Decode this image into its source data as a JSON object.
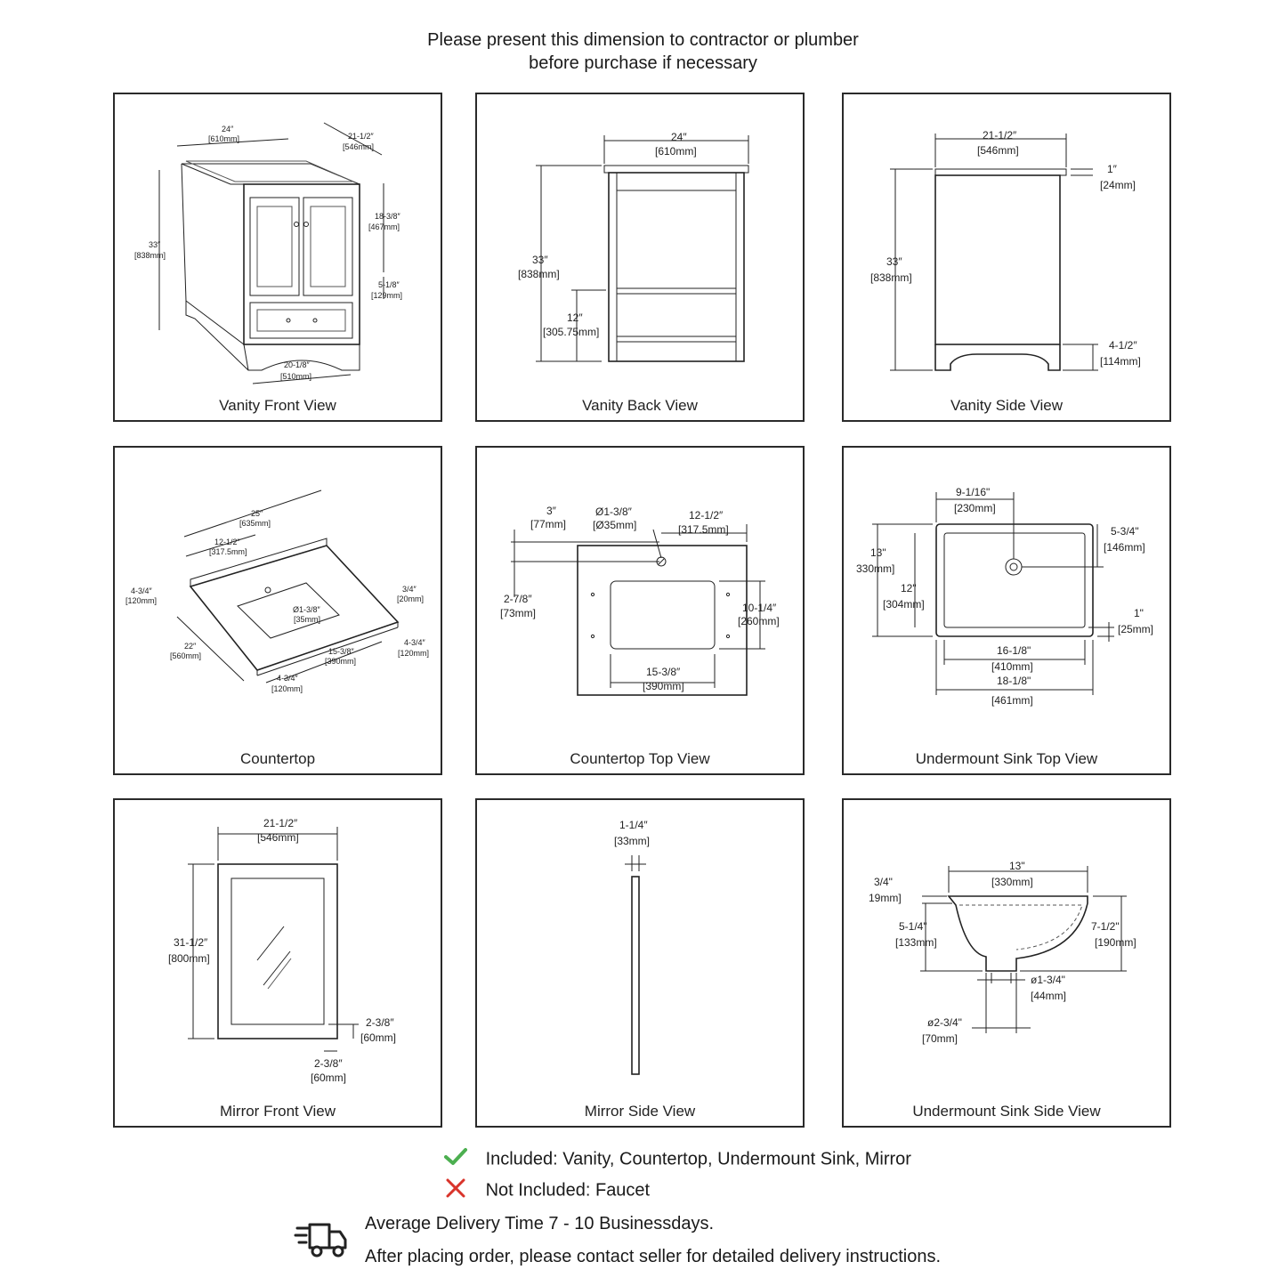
{
  "header": {
    "line1": "Please present this dimension to contractor or plumber",
    "line2": "before purchase if necessary"
  },
  "panels": {
    "vanity_front": {
      "caption": "Vanity Front View",
      "dims": {
        "w_in": "24″",
        "w_mm": "[610mm]",
        "d_in": "21-1/2″",
        "d_mm": "[546mm]",
        "h_in": "33″",
        "h_mm": "[838mm]",
        "door_in": "18-3/8″",
        "door_mm": "[467mm]",
        "drawer_in": "5-1/8″",
        "drawer_mm": "[129mm]",
        "base_in": "20-1/8″",
        "base_mm": "[510mm]"
      }
    },
    "vanity_back": {
      "caption": "Vanity Back View",
      "dims": {
        "w_in": "24″",
        "w_mm": "[610mm]",
        "h_in": "33″",
        "h_mm": "[838mm]",
        "shelf_in": "12″",
        "shelf_mm": "[305.75mm]"
      }
    },
    "vanity_side": {
      "caption": "Vanity Side View",
      "dims": {
        "d_in": "21-1/2″",
        "d_mm": "[546mm]",
        "top_in": "1″",
        "top_mm": "[24mm]",
        "h_in": "33″",
        "h_mm": "[838mm]",
        "base_in": "4-1/2″",
        "base_mm": "[114mm]"
      }
    },
    "countertop": {
      "caption": "Countertop",
      "dims": {
        "w_in": "25″",
        "w_mm": "[635mm]",
        "half_in": "12-1/2″",
        "half_mm": "[317.5mm]",
        "splash_in": "4-3/4″",
        "splash_mm": "[120mm]",
        "thick_in": "3/4″",
        "thick_mm": "[20mm]",
        "hole_in": "Ø1-3/8″",
        "hole_mm": "[35mm]",
        "d_in": "22″",
        "d_mm": "[560mm]",
        "sink_in": "15-3/8″",
        "sink_mm": "[390mm]",
        "side_in": "4-3/4″",
        "side_mm": "[120mm]",
        "front_in": "4-3/4″",
        "front_mm": "[120mm]"
      }
    },
    "countertop_top": {
      "caption": "Countertop Top View",
      "dims": {
        "a_in": "3″",
        "a_mm": "[77mm]",
        "hole_in": "Ø1-3/8″",
        "hole_mm": "[Ø35mm]",
        "half_in": "12-1/2″",
        "half_mm": "[317.5mm]",
        "b_in": "2-7/8″",
        "b_mm": "[73mm]",
        "sink_h_in": "10-1/4″",
        "sink_h_mm": "[260mm]",
        "sink_w_in": "15-3/8″",
        "sink_w_mm": "[390mm]"
      }
    },
    "sink_top": {
      "caption": "Undermount Sink Top View",
      "dims": {
        "drain_in": "9-1/16\"",
        "drain_mm": "[230mm]",
        "drain2_in": "5-3/4\"",
        "drain2_mm": "[146mm]",
        "h_in": "13\"",
        "h_mm": "330mm]",
        "inner_h_in": "12\"",
        "inner_h_mm": "[304mm]",
        "rim_in": "1\"",
        "rim_mm": "[25mm]",
        "inner_w_in": "16-1/8\"",
        "inner_w_mm": "[410mm]",
        "w_in": "18-1/8\"",
        "w_mm": "[461mm]"
      }
    },
    "mirror_front": {
      "caption": "Mirror Front View",
      "dims": {
        "w_in": "21-1/2″",
        "w_mm": "[546mm]",
        "h_in": "31-1/2″",
        "h_mm": "[800mm]",
        "frame_in": "2-3/8″",
        "frame_mm": "[60mm]",
        "side_in": "2-3/8″",
        "side_mm": "[60mm]"
      }
    },
    "mirror_side": {
      "caption": "Mirror Side View",
      "dims": {
        "t_in": "1-1/4″",
        "t_mm": "[33mm]"
      }
    },
    "sink_side": {
      "caption": "Undermount Sink Side View",
      "dims": {
        "w_in": "13\"",
        "w_mm": "[330mm]",
        "lip_in": "3/4\"",
        "lip_mm": "19mm]",
        "depth_in": "5-1/4\"",
        "depth_mm": "[133mm]",
        "h_in": "7-1/2\"",
        "h_mm": "[190mm]",
        "drain_in": "ø1-3/4\"",
        "drain_mm": "[44mm]",
        "outlet_in": "ø2-3/4\"",
        "outlet_mm": "[70mm]"
      }
    }
  },
  "footer": {
    "included": "Included: Vanity, Countertop, Undermount Sink, Mirror",
    "not_included": "Not Included: Faucet",
    "delivery": "Average Delivery Time 7 - 10 Businessdays.",
    "instructions": "After placing order, please contact seller for detailed delivery instructions.",
    "check_color": "#4caf50",
    "cross_color": "#d9342b",
    "icons": {
      "check": "check-icon",
      "cross": "cross-icon",
      "truck": "delivery-truck-icon"
    }
  }
}
